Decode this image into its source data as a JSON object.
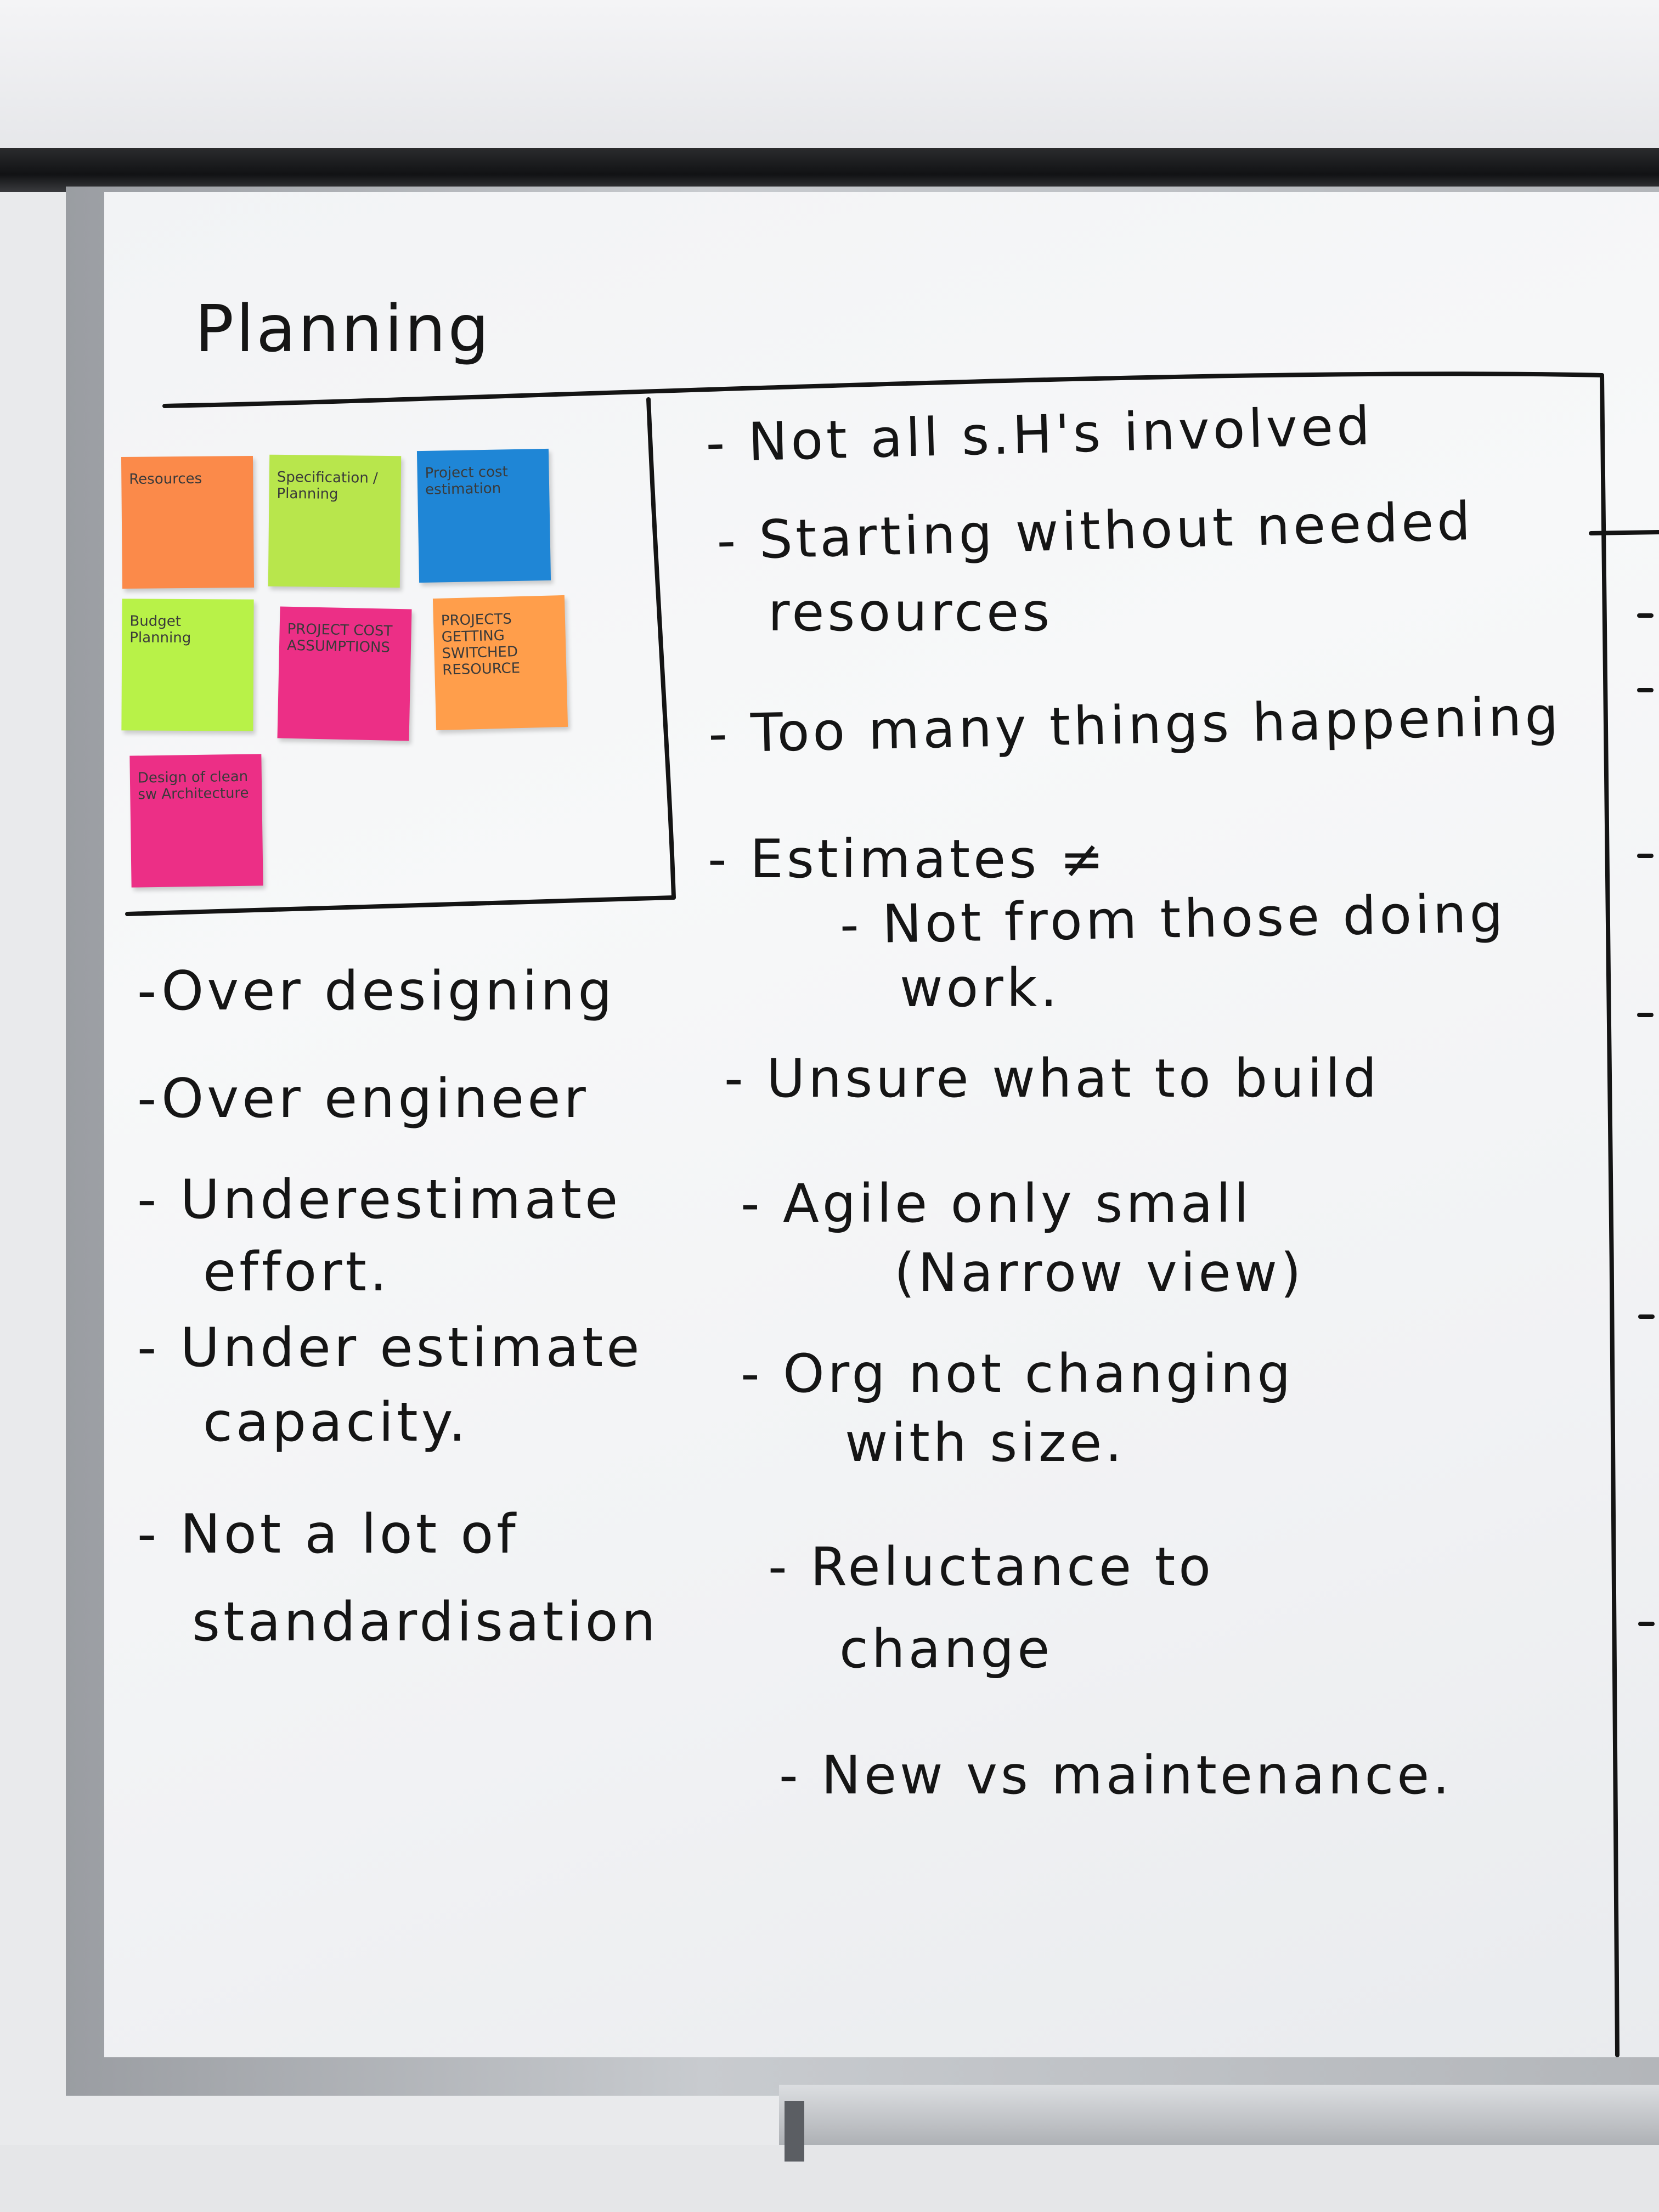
{
  "board": {
    "title": "Planning",
    "sticky_notes": [
      {
        "text": "Resources",
        "color": "#fb8a4a"
      },
      {
        "text": "Specification / Planning",
        "color": "#b8e64c"
      },
      {
        "text": "Project cost estimation",
        "color": "#1f86d6"
      },
      {
        "text": "Budget Planning",
        "color": "#b8f248"
      },
      {
        "text": "PROJECT COST ASSUMPTIONS",
        "color": "#ec2f86"
      },
      {
        "text": "PROJECTS GETTING SWITCHED RESOURCE",
        "color": "#ff9e4b"
      },
      {
        "text": "Design of clean sw Architecture",
        "color": "#ec2f86"
      }
    ],
    "left_column": [
      "-Over designing",
      "-Over engineer",
      "- Underestimate",
      "effort.",
      "- Under estimate",
      "capacity.",
      "- Not a lot of",
      "standardisation"
    ],
    "center_column": [
      "- Not all s.H's involved",
      "- Starting without needed",
      "resources",
      "- Too many things happening",
      "- Estimates ≠",
      "- Not from those doing",
      "work.",
      "- Unsure what to build",
      "- Agile only small",
      "(Narrow view)",
      "- Org not changing",
      "with size.",
      "- Reluctance to",
      "change",
      "- New vs maintenance."
    ]
  }
}
